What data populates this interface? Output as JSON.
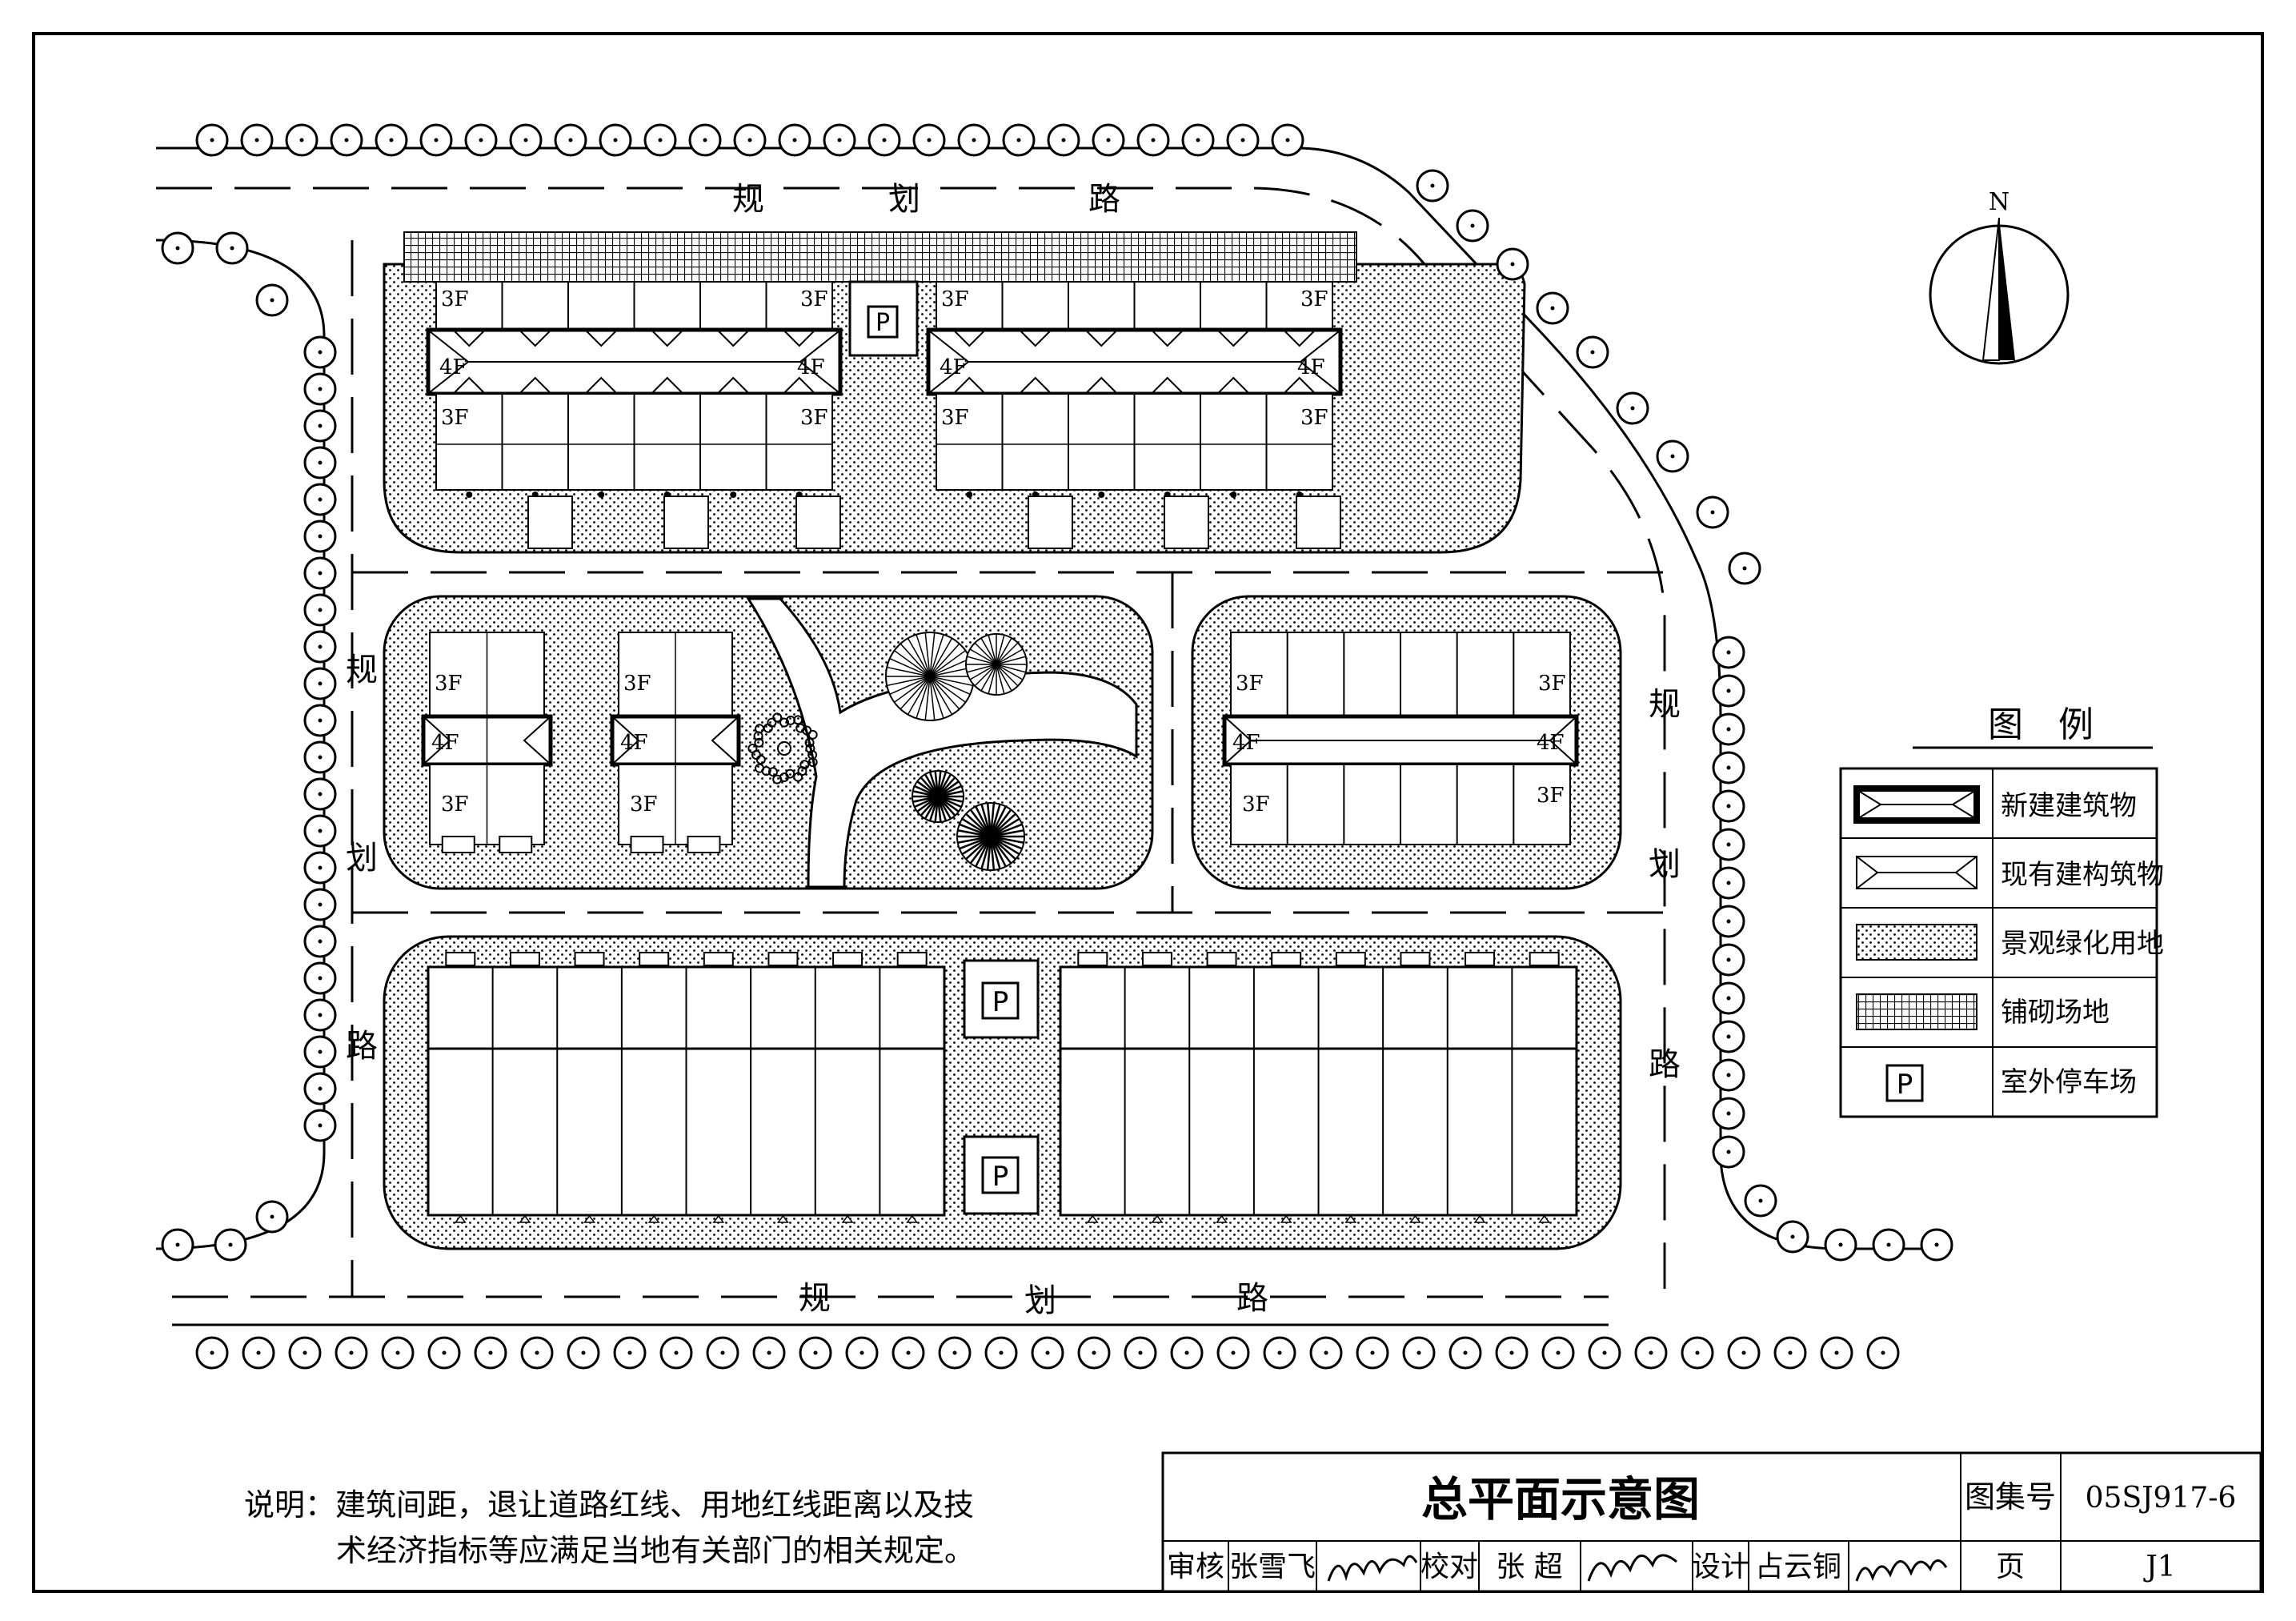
{
  "roads": {
    "top": [
      "规",
      "划",
      "路"
    ],
    "bottom": [
      "规",
      "划",
      "路"
    ],
    "left": [
      "规",
      "划",
      "路"
    ],
    "right": [
      "规",
      "划",
      "路"
    ]
  },
  "compass": {
    "north": "N"
  },
  "floors": {
    "three": "3F",
    "four": "4F"
  },
  "parking": {
    "symbol": "P"
  },
  "legend": {
    "title": "图　例",
    "items": [
      {
        "icon": "new-building-icon",
        "label": "新建建筑物"
      },
      {
        "icon": "existing-building-icon",
        "label": "现有建构筑物"
      },
      {
        "icon": "landscape-green-icon",
        "label": "景观绿化用地"
      },
      {
        "icon": "paved-area-icon",
        "label": "铺砌场地"
      },
      {
        "icon": "parking-icon",
        "label": "室外停车场"
      }
    ]
  },
  "note": {
    "line1": "说明：建筑间距，退让道路红线、用地红线距离以及技",
    "line2": "术经济指标等应满足当地有关部门的相关规定。"
  },
  "title_block": {
    "title": "总平面示意图",
    "atlas_label": "图集号",
    "atlas_no": "05SJ917-6",
    "review_label": "审核",
    "review_name": "张雪飞",
    "check_label": "校对",
    "check_name": "张  超",
    "design_label": "设计",
    "design_name": "占云铜",
    "page_label": "页",
    "page_no": "J1"
  }
}
